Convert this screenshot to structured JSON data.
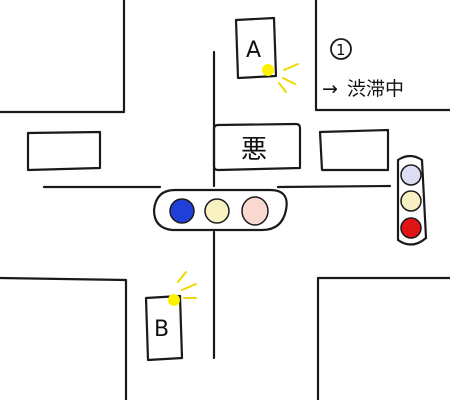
{
  "cars": {
    "a_label": "A",
    "b_label": "B",
    "bad_label": "悪"
  },
  "annotation": {
    "number": "1",
    "arrow": "→",
    "text": "渋滞中"
  },
  "colors": {
    "line": "#1a1a1a",
    "headlight": "#fff200",
    "signal_h_1": "#1f3fd6",
    "signal_h_2": "#f8f2c0",
    "signal_h_3": "#f9d8d0",
    "signal_v_1": "#dcdcf2",
    "signal_v_2": "#f7f0c4",
    "signal_v_3": "#e01414"
  }
}
